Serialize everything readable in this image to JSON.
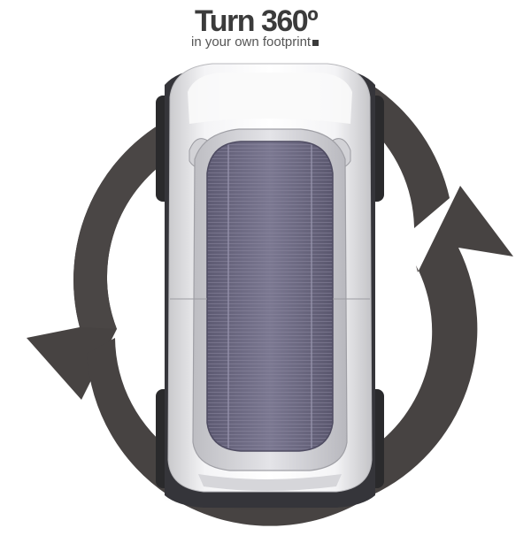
{
  "headline": {
    "title": "Turn 360º",
    "subtitle": "in your own footprint"
  },
  "colors": {
    "arrow": "#474342",
    "body": "#e7e7e9",
    "tire": "#2a2a2c",
    "solar_panel": "#6a6680",
    "background": "#ffffff"
  },
  "icons": [
    "rotation-arrow-left",
    "rotation-arrow-right",
    "vehicle-top-view",
    "solar-roof-panel"
  ]
}
